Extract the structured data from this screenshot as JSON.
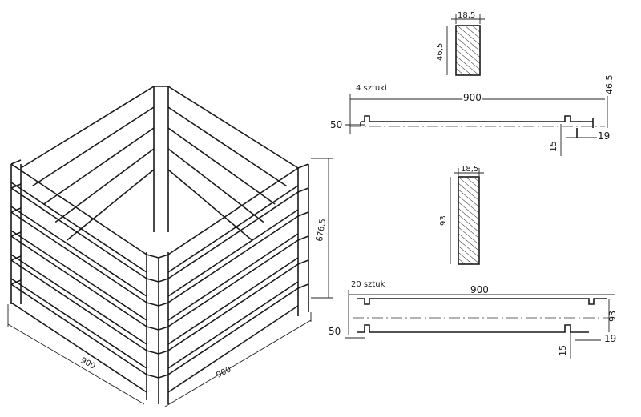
{
  "assembly": {
    "height_dim": "676,5",
    "width_dim_front": "900",
    "width_dim_side": "900",
    "tiers": 6
  },
  "part_short": {
    "section": {
      "width": "18,5",
      "height": "46,5"
    },
    "quantity": "4 sztuki",
    "length": "900",
    "height": "46,5",
    "notch_offset": "50",
    "notch_depth": "15",
    "notch_width": "19"
  },
  "part_long": {
    "section": {
      "width": "18,5",
      "height": "93"
    },
    "quantity": "20 sztuk",
    "length": "900",
    "height": "93",
    "notch_offset": "50",
    "notch_depth": "15",
    "notch_width": "19"
  }
}
